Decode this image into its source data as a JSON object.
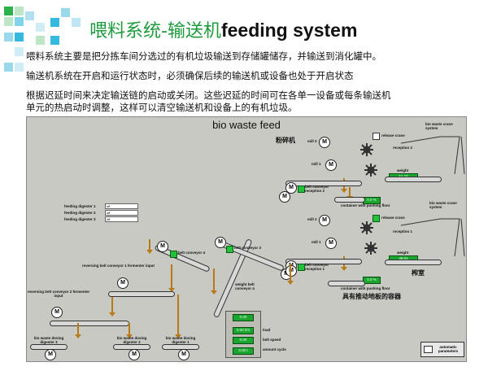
{
  "title": {
    "cn": "喂料系统-输送机",
    "en": "feeding system"
  },
  "paragraphs": [
    "喂料系统主要是把分拣车间分选过的有机垃圾输送到存储罐储存，并输送到消化罐中。",
    "输送机系统在开启和运行状态时，必须确保后续的输送机或设备也处于开启状态",
    "根据迟延时间来决定输送链的启动或关闭。这些迟延的时间可在各单一设备或每条输送机",
    "单元的热启动时调整，这样可以清空输送机和设备上的有机垃圾。"
  ],
  "panel": {
    "title": "bio waste feed",
    "cn_labels": {
      "crusher": "粉碎机",
      "press_room": "榨室",
      "container": "具有推动地板的容器"
    },
    "labels": {
      "release_crane_1": "release crane",
      "release_crane_2": "release crane",
      "reception_2": "reception 2",
      "reception_1": "reception 1",
      "bio_crane_1": "bio waste crane system",
      "bio_crane_2": "bio waste crane system",
      "mill2_top": "mill 2",
      "mill1_top": "mill 1",
      "mill2_bot": "mill 2",
      "mill1_bot": "mill 1",
      "weight_top": "weight",
      "weight_bot": "weight",
      "belt_conv_recep2": "belt conveyor reception 2",
      "belt_conv_recep1": "belt conveyor reception 1",
      "container_top": "container with pushing floor",
      "container_bot": "container with pushing floor",
      "feeding_digester_1": "feeding digester 1",
      "feeding_digester_2": "feeding digester 2",
      "feeding_digester_3": "feeding digester 3",
      "belt_conv_4": "belt conveyor 4",
      "belt_conv_3": "belt conveyor 3",
      "rev_belt_1": "reversing belt conveyor 1 fermenter input",
      "rev_belt_2": "reversing belt conveyor 2 fermenter input",
      "weight_belt_4": "weight belt conveyor 4",
      "load": "load",
      "belt_speed": "belt speed",
      "amount_cycle": "amount cycle",
      "dosing_3": "bio waste dosing digester 3",
      "dosing_2": "bio waste dosing digester 2",
      "dosing_1": "bio waste dosing digester 1",
      "auto_params": "automatic parameters"
    },
    "inputs": {
      "fd1": "off",
      "fd2": "off",
      "fd3": "off"
    },
    "displays": {
      "weight_top": "51.18",
      "weight_bot": "49.01",
      "container_top": "0.0 %",
      "container_bot": "0.0 %",
      "w4_a": "0.00",
      "w4_b": "0.00 t/m",
      "w4_c": "0.00",
      "w4_d": "0.00 t"
    },
    "motor_label": "M"
  }
}
